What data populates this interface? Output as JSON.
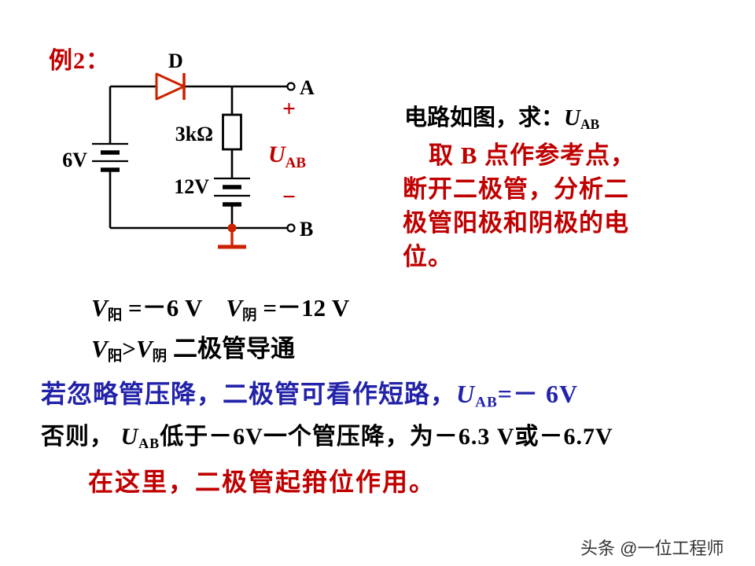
{
  "colors": {
    "red": "#c00000",
    "blue": "#2222aa",
    "accent": "#cc2200",
    "watermark": "#333333"
  },
  "example_label": "例2：",
  "circuit": {
    "diode_label": "D",
    "resistor_label": "3kΩ",
    "battery_left_label": "6V",
    "battery_mid_label": "12V",
    "node_a_label": "A",
    "node_b_label": "B",
    "plus_sign": "+",
    "minus_sign": "−",
    "uab_symbol": "U",
    "uab_subscript": "AB"
  },
  "question": {
    "prefix": "电路如图，求：",
    "u_symbol": "U",
    "u_subscript": "AB"
  },
  "hint": {
    "lines": [
      "取 B 点作参考点，",
      "断开二极管，分析二",
      "极管阳极和阴极的电",
      "位。"
    ]
  },
  "analysis": {
    "v_symbol": "V",
    "anode_subscript": "阳",
    "cathode_subscript": "阴",
    "anode_value": " =－6 V",
    "cathode_value": " =－12 V",
    "compare_operator": ">",
    "conduction_text": " 二极管导通"
  },
  "conclusion_blue": {
    "prefix": "若忽略管压降，二极管可看作短路，",
    "u_symbol": "U",
    "u_subscript": "AB",
    "value": "=－ 6V"
  },
  "conclusion_black": {
    "prefix": "否则， ",
    "u_symbol": "U",
    "u_subscript": "AB",
    "suffix": "低于－6V一个管压降，为－6.3 V或－6.7V"
  },
  "conclusion_red": "在这里，二极管起箝位作用。",
  "watermark": "头条 @一位工程师"
}
